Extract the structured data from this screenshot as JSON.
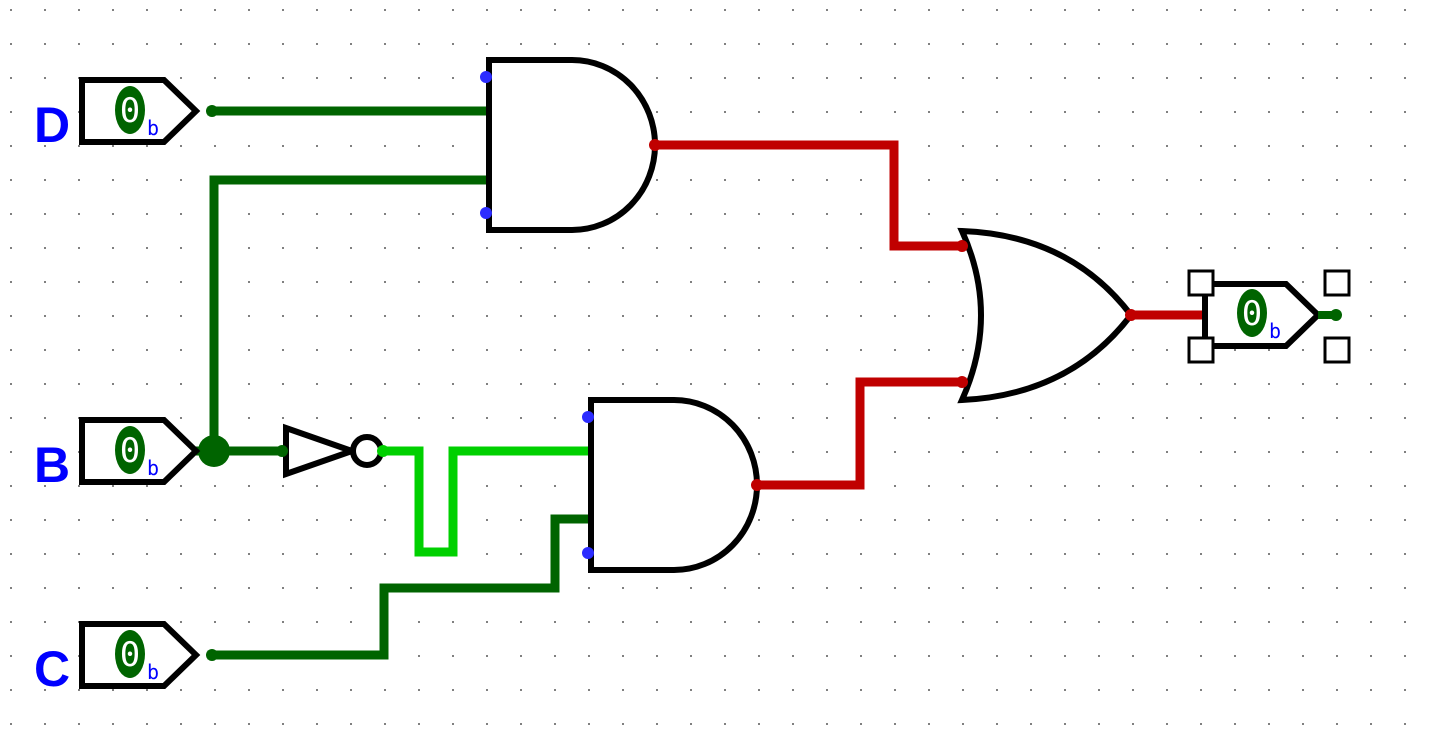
{
  "app": {
    "canvas": "logic circuit editor"
  },
  "colors": {
    "wire_off": "#006400",
    "wire_on": "#c00000",
    "wire_bright": "#00d000",
    "gate_stroke": "#000000",
    "pin_unconnected": "#2c2cff",
    "label": "#0000ff",
    "grid_dot": "#808080"
  },
  "inputs": [
    {
      "id": "D",
      "label": "D",
      "value": "0",
      "base": "b"
    },
    {
      "id": "B",
      "label": "B",
      "value": "0",
      "base": "b"
    },
    {
      "id": "C",
      "label": "C",
      "value": "0",
      "base": "b"
    }
  ],
  "output": {
    "id": "out",
    "value": "0",
    "base": "b",
    "selected": true
  },
  "gates": [
    {
      "id": "and1",
      "type": "AND",
      "inputs": [
        "D",
        "B"
      ]
    },
    {
      "id": "not1",
      "type": "NOT",
      "inputs": [
        "B"
      ]
    },
    {
      "id": "and2",
      "type": "AND",
      "inputs": [
        "not1",
        "C"
      ]
    },
    {
      "id": "or1",
      "type": "OR",
      "inputs": [
        "and1",
        "and2"
      ]
    }
  ]
}
